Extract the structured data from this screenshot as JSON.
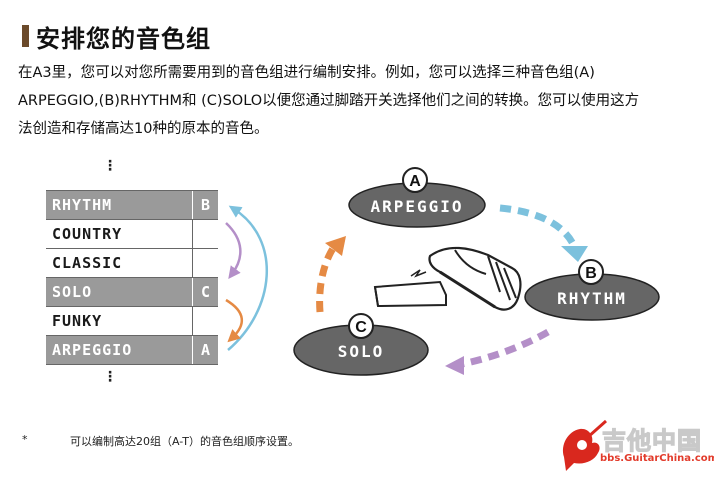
{
  "heading": "安排您的音色组",
  "paragraph_lines": [
    "在A3里，您可以对您所需要用到的音色组进行编制安排。例如，您可以选择三种音色组(A)",
    "ARPEGGIO,(B)RHYTHM和 (C)SOLO以便您通过脚踏开关选择他们之间的转换。您可以使用这方",
    "法创造和存储高达10种的原本的音色。"
  ],
  "list": {
    "top_ellipsis": "⋮",
    "bottom_ellipsis": "⋮",
    "rows": [
      {
        "name": "RHYTHM",
        "bank": "B",
        "shaded": true
      },
      {
        "name": "COUNTRY",
        "bank": "",
        "shaded": false
      },
      {
        "name": "CLASSIC",
        "bank": "",
        "shaded": false
      },
      {
        "name": "SOLO",
        "bank": "C",
        "shaded": true
      },
      {
        "name": "FUNKY",
        "bank": "",
        "shaded": false
      },
      {
        "name": "ARPEGGIO",
        "bank": "A",
        "shaded": true
      }
    ]
  },
  "cycle": {
    "nodes": {
      "a": {
        "letter": "A",
        "label": "ARPEGGIO"
      },
      "b": {
        "letter": "B",
        "label": "RHYTHM"
      },
      "c": {
        "letter": "C",
        "label": "SOLO"
      }
    },
    "colors": {
      "ellipse": "#666666",
      "blue": "#7cc1dd",
      "purple": "#b48fc8",
      "orange": "#e58a44"
    }
  },
  "footnote": {
    "mark": "*",
    "text": "可以编制高达20组（A-T）的音色组顺序设置。"
  },
  "watermark": {
    "brand": "吉他中国",
    "url": "bbs.GuitarChina.com"
  }
}
